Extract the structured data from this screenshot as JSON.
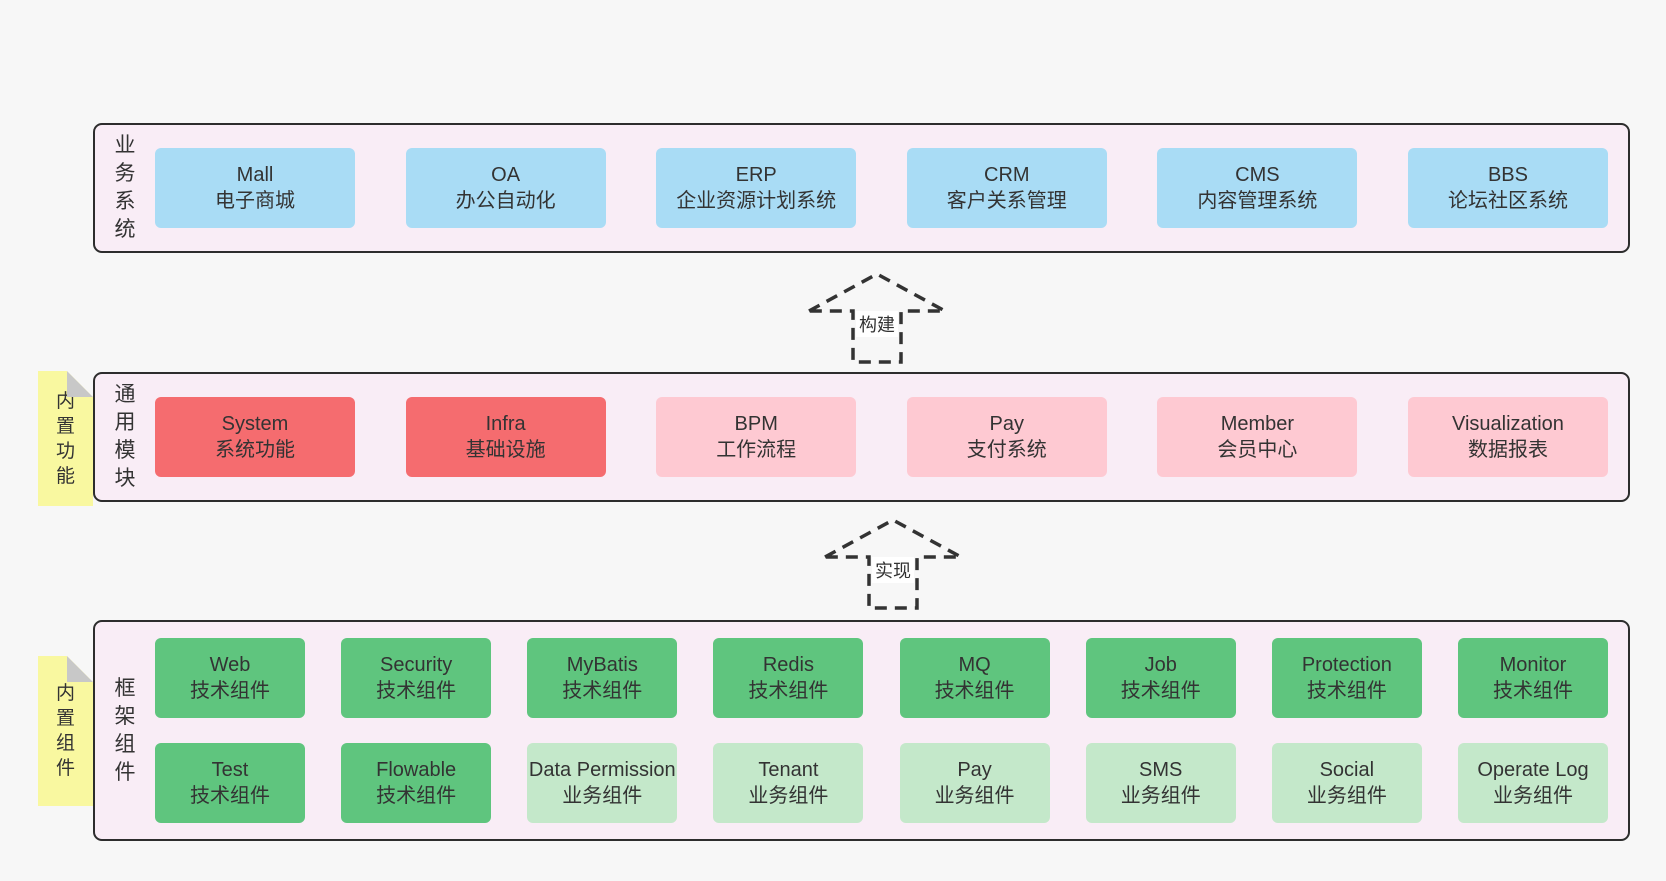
{
  "colors": {
    "page-bg": "#f7f7f7",
    "panel-bg": "#f9edf6",
    "panel-border": "#2d2d2d",
    "blue": "#a9dcf5",
    "red": "#f56c6f",
    "pink": "#fec9d2",
    "green": "#5fc57e",
    "green-light": "#c4e8ca",
    "note-yellow": "#f9f8a0",
    "note-fold": "#c8c8c8",
    "text": "#333333",
    "arrow": "#333333"
  },
  "arrows": [
    {
      "label": "构建"
    },
    {
      "label": "实现"
    }
  ],
  "layers": [
    {
      "label": "业务系统",
      "boxes": [
        {
          "title": "Mall",
          "subtitle": "电子商城",
          "variant": "blue"
        },
        {
          "title": "OA",
          "subtitle": "办公自动化",
          "variant": "blue"
        },
        {
          "title": "ERP",
          "subtitle": "企业资源计划系统",
          "variant": "blue"
        },
        {
          "title": "CRM",
          "subtitle": "客户关系管理",
          "variant": "blue"
        },
        {
          "title": "CMS",
          "subtitle": "内容管理系统",
          "variant": "blue"
        },
        {
          "title": "BBS",
          "subtitle": "论坛社区系统",
          "variant": "blue"
        }
      ]
    },
    {
      "label": "通用模块",
      "note": "内置功能",
      "boxes": [
        {
          "title": "System",
          "subtitle": "系统功能",
          "variant": "red"
        },
        {
          "title": "Infra",
          "subtitle": "基础设施",
          "variant": "red"
        },
        {
          "title": "BPM",
          "subtitle": "工作流程",
          "variant": "pink"
        },
        {
          "title": "Pay",
          "subtitle": "支付系统",
          "variant": "pink"
        },
        {
          "title": "Member",
          "subtitle": "会员中心",
          "variant": "pink"
        },
        {
          "title": "Visualization",
          "subtitle": "数据报表",
          "variant": "pink"
        }
      ]
    },
    {
      "label": "框架组件",
      "note": "内置组件",
      "rows": [
        [
          {
            "title": "Web",
            "subtitle": "技术组件",
            "variant": "green"
          },
          {
            "title": "Security",
            "subtitle": "技术组件",
            "variant": "green"
          },
          {
            "title": "MyBatis",
            "subtitle": "技术组件",
            "variant": "green"
          },
          {
            "title": "Redis",
            "subtitle": "技术组件",
            "variant": "green"
          },
          {
            "title": "MQ",
            "subtitle": "技术组件",
            "variant": "green"
          },
          {
            "title": "Job",
            "subtitle": "技术组件",
            "variant": "green"
          },
          {
            "title": "Protection",
            "subtitle": "技术组件",
            "variant": "green"
          },
          {
            "title": "Monitor",
            "subtitle": "技术组件",
            "variant": "green"
          }
        ],
        [
          {
            "title": "Test",
            "subtitle": "技术组件",
            "variant": "green"
          },
          {
            "title": "Flowable",
            "subtitle": "技术组件",
            "variant": "green"
          },
          {
            "title": "Data Permission",
            "subtitle": "业务组件",
            "variant": "green-light"
          },
          {
            "title": "Tenant",
            "subtitle": "业务组件",
            "variant": "green-light"
          },
          {
            "title": "Pay",
            "subtitle": "业务组件",
            "variant": "green-light"
          },
          {
            "title": "SMS",
            "subtitle": "业务组件",
            "variant": "green-light"
          },
          {
            "title": "Social",
            "subtitle": "业务组件",
            "variant": "green-light"
          },
          {
            "title": "Operate Log",
            "subtitle": "业务组件",
            "variant": "green-light"
          }
        ]
      ]
    }
  ]
}
